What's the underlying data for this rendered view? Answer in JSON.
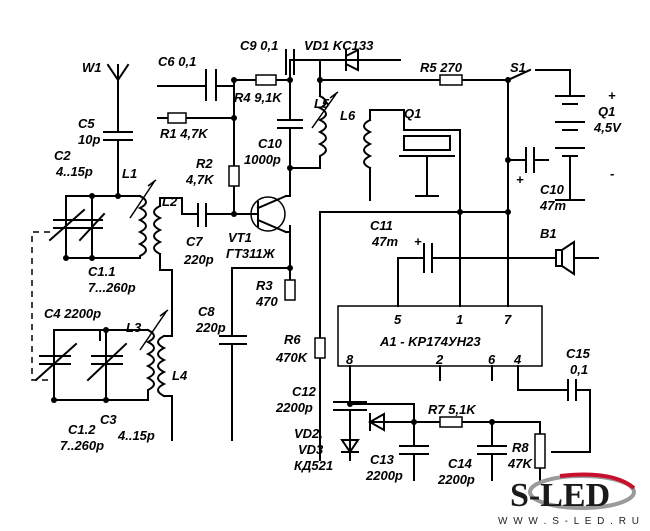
{
  "labels": {
    "W1": "W1",
    "C5": "C5",
    "C5v": "10p",
    "C2": "C2",
    "C2v": "4..15p",
    "L1": "L1",
    "L2": "L2",
    "C11a": "C1.1",
    "C11v": "7...260p",
    "C4": "C4 2200p",
    "L3": "L3",
    "L4": "L4",
    "C3": "C3",
    "C3v": "4..15p",
    "C12a": "C1.2",
    "C12v": "7..260p",
    "C6": "C6 0,1",
    "C9": "C9 0,1",
    "VD1": "VD1 KC133",
    "R5": "R5 270",
    "S1": "S1",
    "R4": "R4 9,1K",
    "R1": "R1 4,7K",
    "L5": "L5",
    "L6": "L6",
    "Q1top": "Q1",
    "Q1bat": "Q1",
    "Q1v": "4,5V",
    "C10": "C10",
    "C10v": "1000p",
    "R2": "R2",
    "R2v": "4,7K",
    "C7": "C7",
    "C7v": "220p",
    "VT1": "VT1",
    "VT1v": "ГТ311Ж",
    "C10b": "C10",
    "C10bv": "47m",
    "C11": "C11",
    "C11v2": "47m",
    "B1": "B1",
    "R3": "R3",
    "R3v": "470",
    "C8": "C8",
    "C8v": "220p",
    "R6": "R6",
    "R6v": "470K",
    "pin5": "5",
    "pin1": "1",
    "pin7": "7",
    "A1": "A1 - KP174УН23",
    "pin8": "8",
    "pin2": "2",
    "pin6": "6",
    "pin4": "4",
    "C15": "C15",
    "C15v": "0,1",
    "C12": "C12",
    "C12v2": "2200p",
    "R7": "R7 5,1K",
    "VD2": "VD2,",
    "VD3": "VD3",
    "VD23v": "КД521",
    "C13": "C13",
    "C13v": "2200p",
    "C14": "C14",
    "C14v": "2200p",
    "R8": "R8",
    "R8v": "47K",
    "plus_bat": "+",
    "minus_bat": "-",
    "plus_c10": "+",
    "plus_c11": "+"
  },
  "logo": {
    "text": "S-LED",
    "url": "W W W . S - L E D . R U"
  },
  "colors": {
    "ink": "#000000",
    "logo_red": "#c8102e",
    "logo_gray": "#9a9a9a"
  }
}
